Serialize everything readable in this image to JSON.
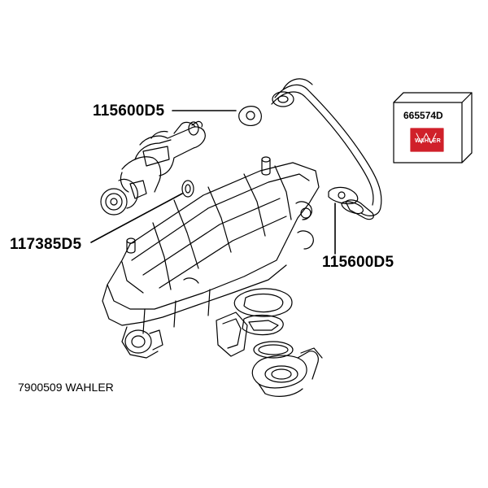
{
  "callouts": {
    "top_left": "115600D5",
    "left": "117385D5",
    "right": "115600D5"
  },
  "box": {
    "part_number": "665574D",
    "logo_text": "WAHLER",
    "logo_color": "#d0202a"
  },
  "caption": "7900509 WAHLER",
  "icons": [
    "intake-manifold",
    "egr-valve",
    "egr-pipe",
    "gasket",
    "throttle-body",
    "product-box"
  ]
}
